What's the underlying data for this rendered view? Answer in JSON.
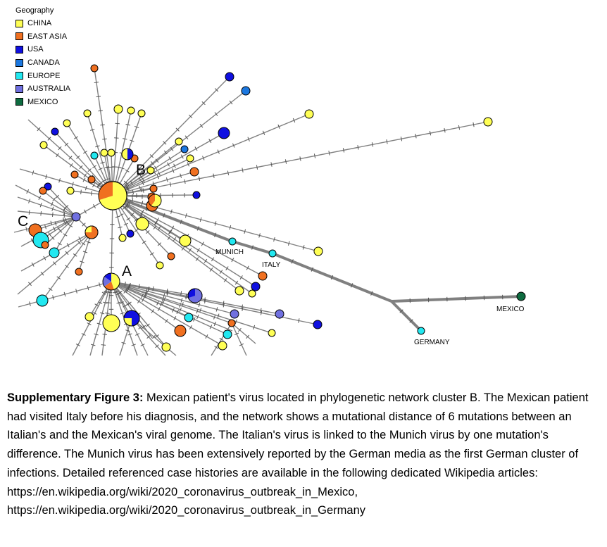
{
  "legend": {
    "title": "Geography",
    "items": [
      {
        "label": "CHINA",
        "color": "#ffff55"
      },
      {
        "label": "EAST ASIA",
        "color": "#f07020"
      },
      {
        "label": "USA",
        "color": "#1010e0"
      },
      {
        "label": "CANADA",
        "color": "#1c78e0"
      },
      {
        "label": "EUROPE",
        "color": "#22e8f0"
      },
      {
        "label": "AUSTRALIA",
        "color": "#7070e0"
      },
      {
        "label": "MEXICO",
        "color": "#0e6b40"
      }
    ]
  },
  "labels": {
    "munich": "MUNICH",
    "italy": "ITALY",
    "germany": "GERMANY",
    "mexico": "MEXICO",
    "cluster_a": "A",
    "cluster_b": "B",
    "cluster_c": "C"
  },
  "caption": {
    "heading": "Supplementary Figure 3:",
    "text": " Mexican patient's virus located in phylogenetic network cluster B. The Mexican patient had visited Italy before his diagnosis, and the network shows a mutational distance of 6 mutations between an Italian's and the Mexican's viral genome. The Italian's virus is linked to the Munich virus by one mutation's difference. The Munich virus has been extensively reported by the German media as the first German cluster of infections. Detailed referenced case histories are available in the following dedicated Wikipedia articles:",
    "url1": "https://en.wikipedia.org/wiki/2020_coronavirus_outbreak_in_Mexico,",
    "url2": "https://en.wikipedia.org/wiki/2020_coronavirus_outbreak_in_Germany"
  }
}
